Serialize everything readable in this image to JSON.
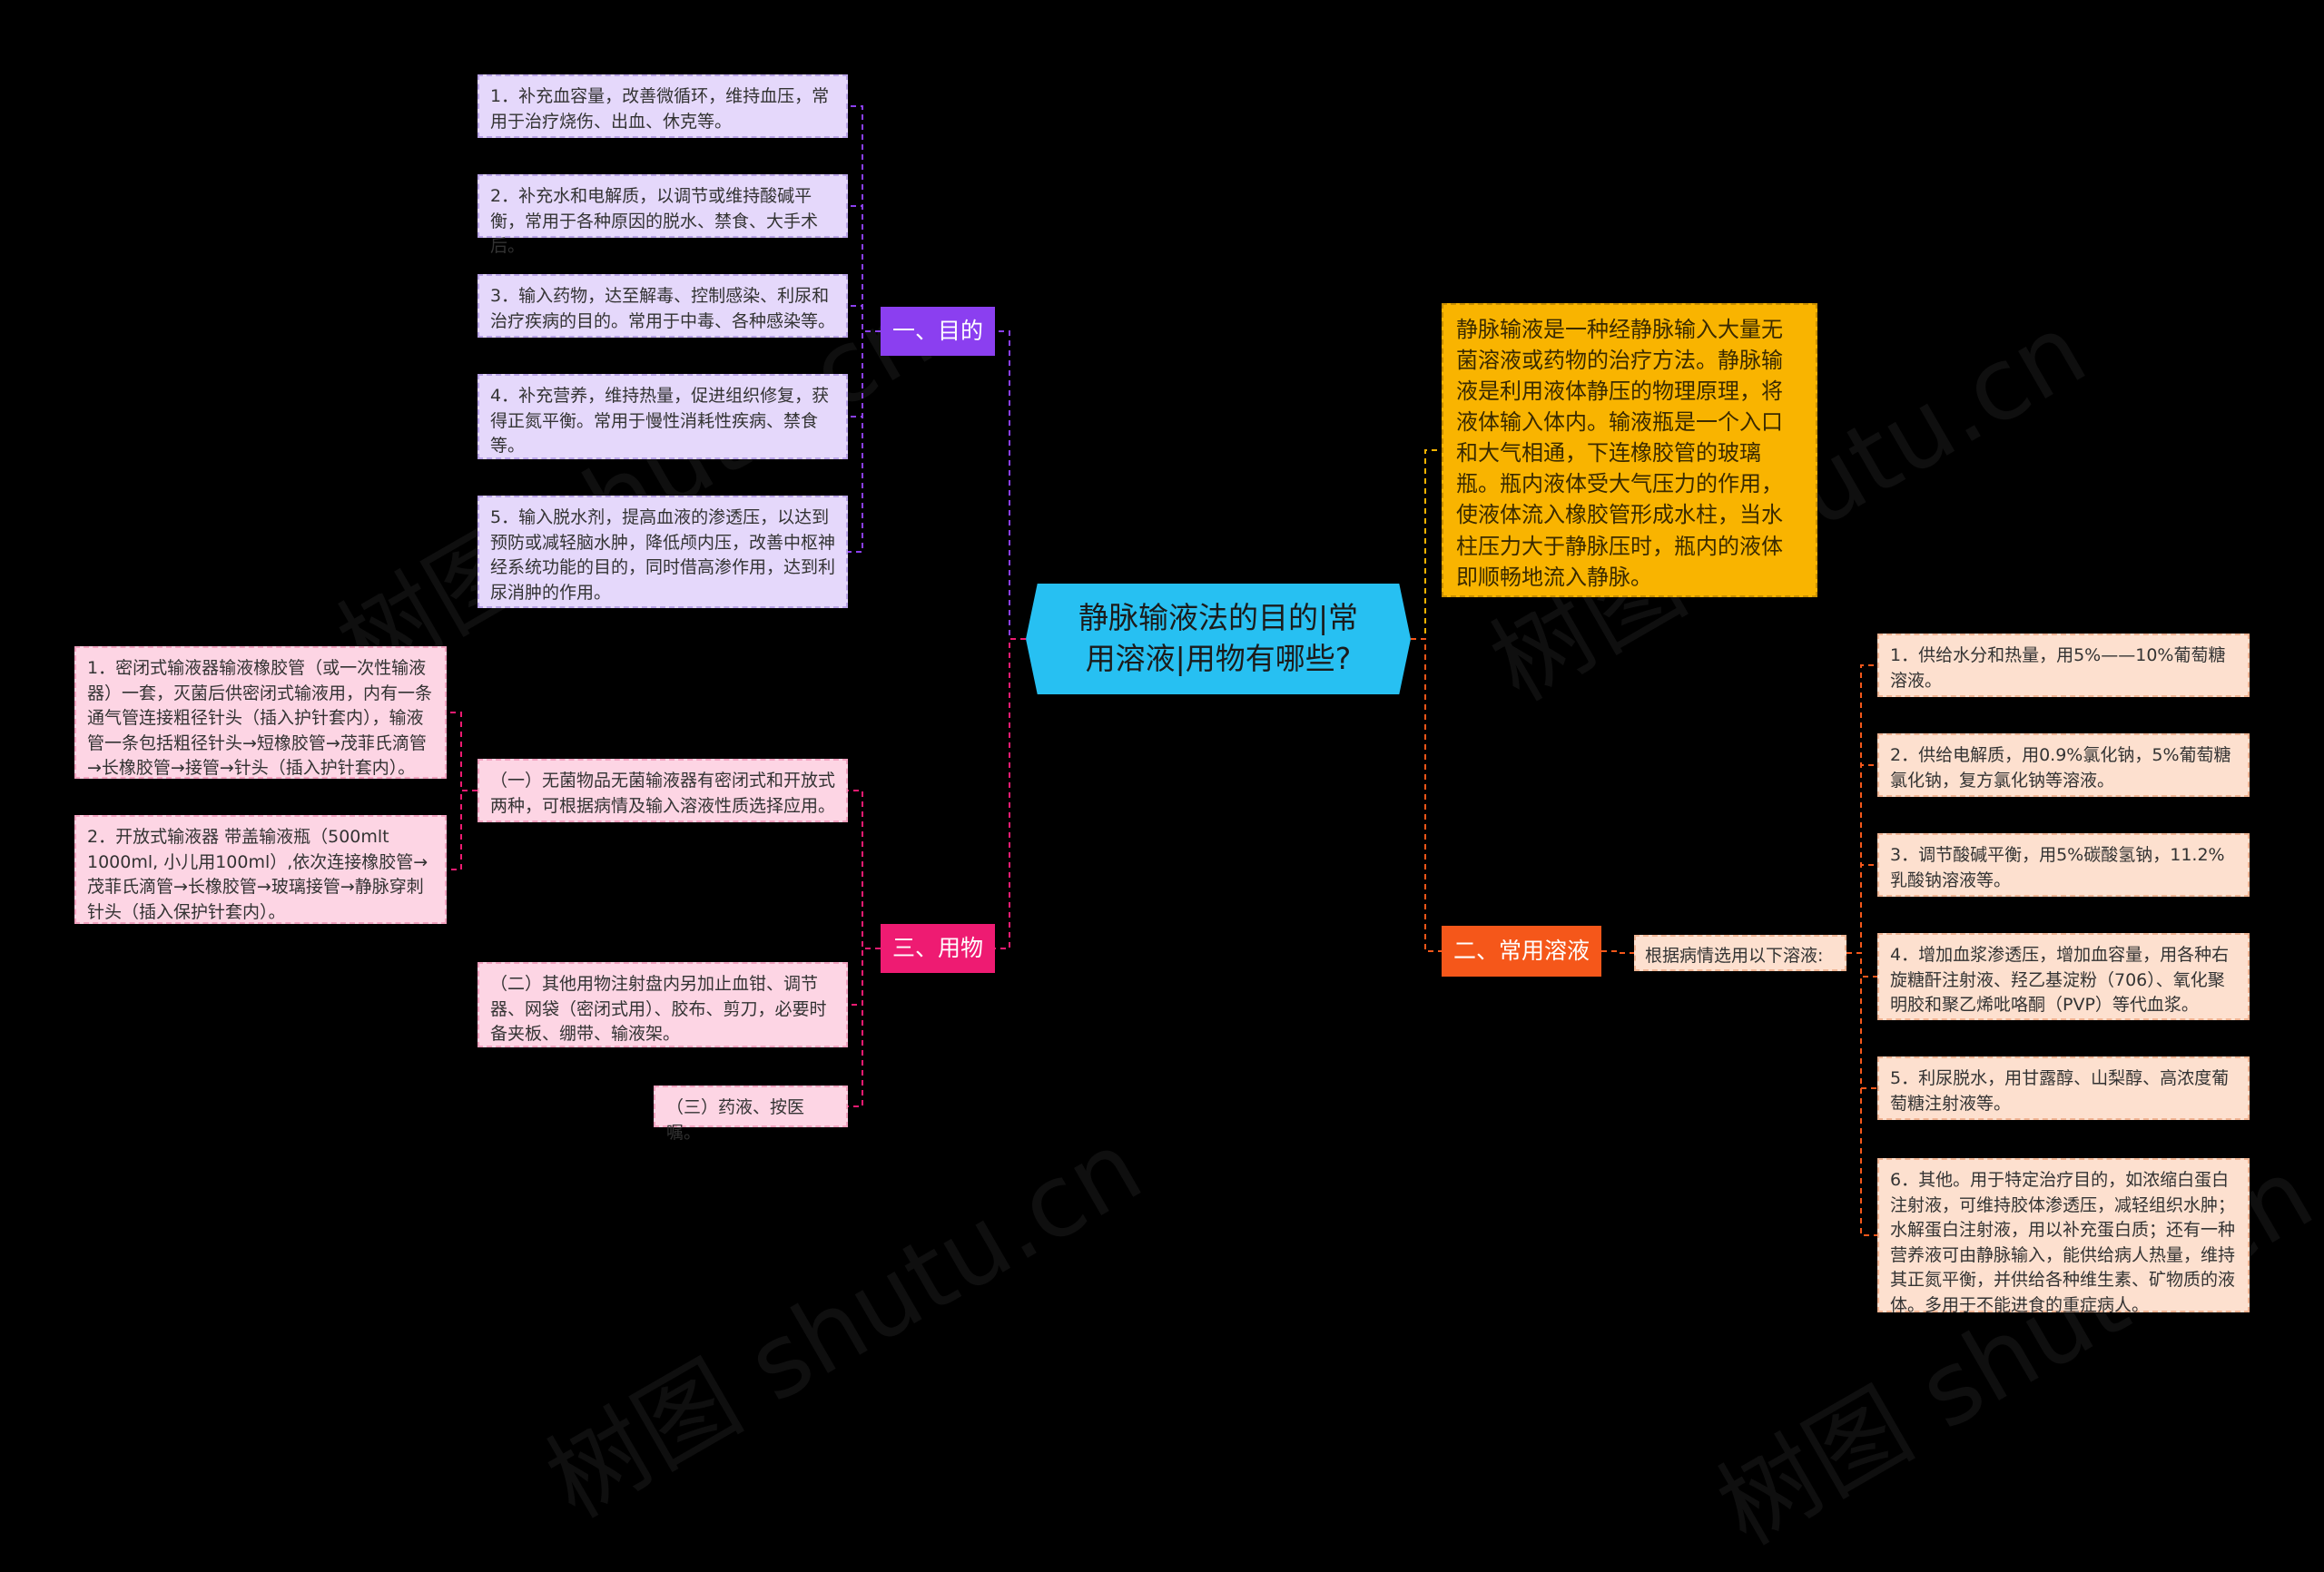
{
  "root": {
    "title": "静脉输液法的目的|常用溶液|用物有哪些?"
  },
  "description": "静脉输液是一种经静脉输入大量无菌溶液或药物的治疗方法。静脉输液是利用液体静压的物理原理，将液体输入体内。输液瓶是一个入口和大气相通，下连橡胶管的玻璃瓶。瓶内液体受大气压力的作用，使液体流入橡胶管形成水柱，当水柱压力大于静脉压时，瓶内的液体即顺畅地流入静脉。",
  "branches": {
    "purpose": {
      "label": "一、目的",
      "items": [
        "1．补充血容量，改善微循环，维持血压，常用于治疗烧伤、出血、休克等。",
        "2．补充水和电解质，以调节或维持酸碱平衡，常用于各种原因的脱水、禁食、大手术后。",
        "3．输入药物，达至解毒、控制感染、利尿和治疗疾病的目的。常用于中毒、各种感染等。",
        "4．补充营养，维持热量，促进组织修复，获得正氮平衡。常用于慢性消耗性疾病、禁食等。",
        "5．输入脱水剂，提高血液的渗透压，以达到预防或减轻脑水肿，降低颅内压，改善中枢神经系统功能的目的，同时借高渗作用，达到利尿消肿的作用。"
      ]
    },
    "supplies": {
      "label": "三、用物",
      "items": [
        "（一）无菌物品无菌输液器有密闭式和开放式两种，可根据病情及输入溶液性质选择应用。",
        "（二）其他用物注射盘内另加止血钳、调节器、网袋（密闭式用）、胶布、剪刀，必要时备夹板、绷带、输液架。",
        "（三）药液、按医嘱。"
      ],
      "sub_items": [
        "1．密闭式输液器输液橡胶管（或一次性输液器）一套，灭菌后供密闭式输液用，内有一条通气管连接粗径针头（插入护针套内），输液管一条包括粗径针头→短橡胶管→茂菲氏滴管→长橡胶管→接管→针头（插入护针套内）。",
        "2．开放式输液器 带盖输液瓶（500mlt 1000ml, 小儿用100ml）,依次连接橡胶管→茂菲氏滴管→长橡胶管→玻璃接管→静脉穿刺针头（插入保护针套内）。"
      ]
    },
    "solutions": {
      "label": "二、常用溶液",
      "intro": "根据病情选用以下溶液:",
      "items": [
        "1．供给水分和热量，用5%——10%葡萄糖溶液。",
        "2．供给电解质，用0.9%氯化钠，5%葡萄糖氯化钠，复方氯化钠等溶液。",
        "3．调节酸碱平衡，用5%碳酸氢钠，11.2%乳酸钠溶液等。",
        "4．增加血浆渗透压，增加血容量，用各种右旋糖酐注射液、羟乙基淀粉（706）、氧化聚明胶和聚乙烯吡咯酮（PVP）等代血浆。",
        "5．利尿脱水，用甘露醇、山梨醇、高浓度葡萄糖注射液等。",
        "6．其他。用于特定治疗目的，如浓缩白蛋白注射液，可维持胶体渗透压，减轻组织水肿；水解蛋白注射液，用以补充蛋白质；还有一种营养液可由静脉输入，能供给病人热量，维持其正氮平衡，并供给各种维生素、矿物质的液体。多用于不能进食的重症病人。"
      ]
    }
  },
  "watermark": "树图 shutu.cn",
  "colors": {
    "background": "#000000",
    "root": "#27c0f2",
    "purpose": "#8b3ff0",
    "supplies": "#ee1b72",
    "solutions": "#f5571a",
    "description": "#f9b400"
  }
}
